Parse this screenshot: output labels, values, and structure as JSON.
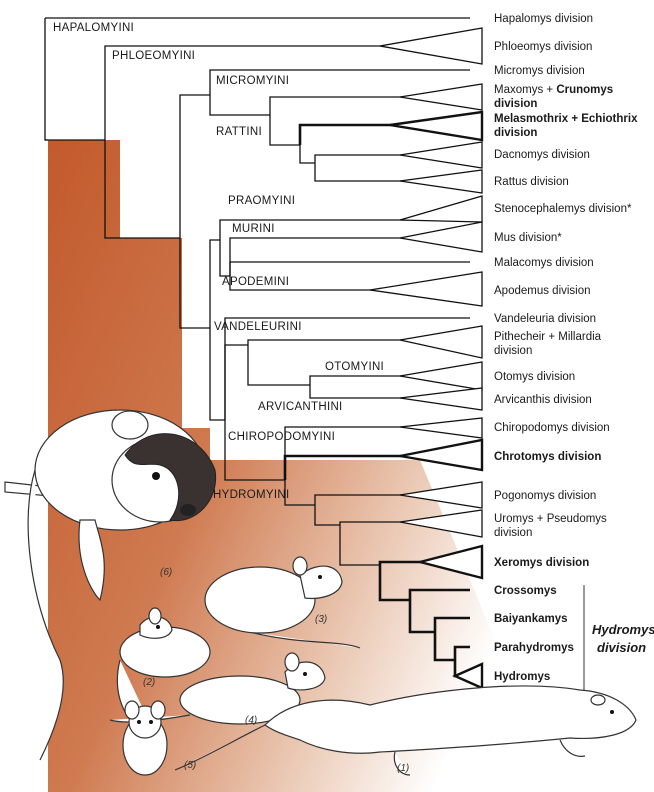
{
  "tribes": {
    "hapalomyini": "HAPALOMYINI",
    "phloeomyini": "PHLOEOMYINI",
    "micromyini": "MICROMYINI",
    "rattini": "RATTINI",
    "praomyini": "PRAOMYINI",
    "murini": "MURINI",
    "apodemini": "APODEMINI",
    "vandeleurini": "VANDELEURINI",
    "otomyini": "OTOMYINI",
    "arvicanthini": "ARVICANTHINI",
    "chiropodomyini": "CHIROPODOMYINI",
    "hydromyini": "HYDROMYINI"
  },
  "taxa": {
    "hapalomys": "Hapalomys division",
    "phloeomys": "Phloeomys division",
    "micromys": "Micromys division",
    "maxomys_1": "Maxomys + ",
    "maxomys_2": "Crunomys",
    "maxomys_3": "division",
    "melasmothrix_1": "Melasmothrix + Echiothrix",
    "melasmothrix_2": "division",
    "dacnomys": "Dacnomys division",
    "rattus": "Rattus division",
    "stenocephalemys": "Stenocephalemys division*",
    "mus": "Mus division*",
    "malacomys": "Malacomys division",
    "apodemus": "Apodemus division",
    "vandeleuria": "Vandeleuria division",
    "pithecheir_1": "Pithecheir + Millardia",
    "pithecheir_2": "division",
    "otomys": "Otomys division",
    "arvicanthis": "Arvicanthis division",
    "chiropodomys": "Chiropodomys division",
    "chrotomys": "Chrotomys division",
    "pogonomys": "Pogonomys division",
    "uromys_1": "Uromys + Pseudomys",
    "uromys_2": "division",
    "xeromys": "Xeromys division",
    "crossomys": "Crossomys",
    "baiyankamys": "Baiyankamys",
    "parahydromys": "Parahydromys",
    "hydromys": "Hydromys",
    "hydromys_div_1": "Hydromys",
    "hydromys_div_2": "division"
  },
  "figure_labels": {
    "f1": "(1)",
    "f2": "(2)",
    "f3": "(3)",
    "f4": "(4)",
    "f5": "(5)",
    "f6": "(6)"
  },
  "colors": {
    "background_rust": "#c8643a",
    "line": "#111111"
  }
}
